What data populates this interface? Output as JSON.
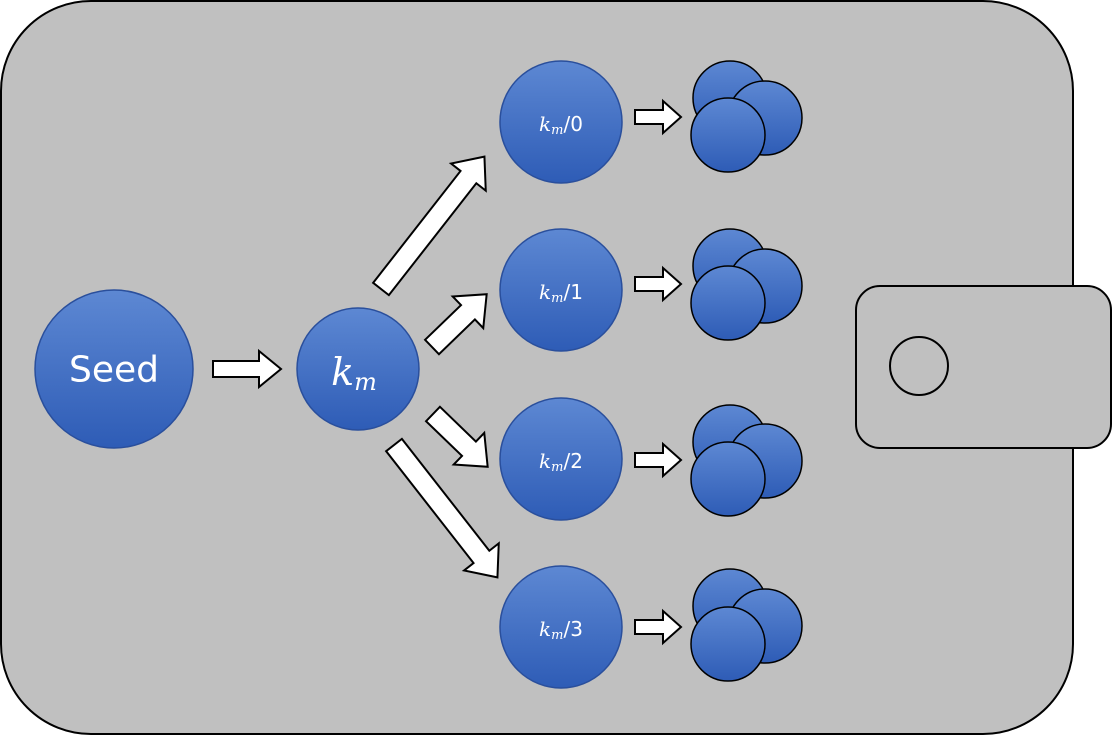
{
  "seed": {
    "label": "Seed"
  },
  "master_key": {
    "symbol": "k",
    "subscript": "m"
  },
  "children": [
    {
      "symbol": "k",
      "subscript": "m",
      "suffix": "/0"
    },
    {
      "symbol": "k",
      "subscript": "m",
      "suffix": "/1"
    },
    {
      "symbol": "k",
      "subscript": "m",
      "suffix": "/2"
    },
    {
      "symbol": "k",
      "subscript": "m",
      "suffix": "/3"
    }
  ],
  "colors": {
    "wallet_fill": "#c0c0c0",
    "wallet_stroke": "#000000",
    "node_fill_top": "#5b86d1",
    "node_fill_bottom": "#2f5db8",
    "node_stroke": "#1f3f82",
    "arrow_fill": "#ffffff",
    "arrow_stroke": "#000000"
  }
}
